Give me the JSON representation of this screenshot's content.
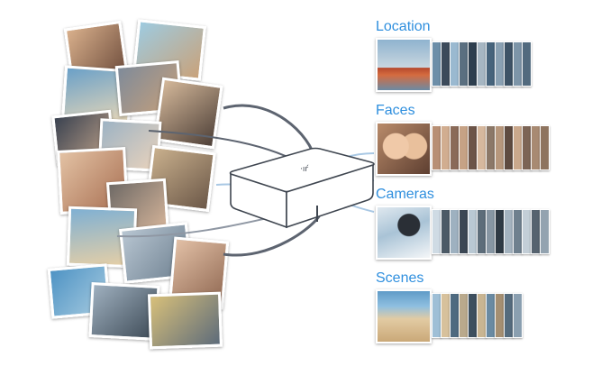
{
  "groups": [
    {
      "title": "Location",
      "count": 10
    },
    {
      "title": "Faces",
      "count": 12
    },
    {
      "title": "Cameras",
      "count": 12
    },
    {
      "title": "Scenes",
      "count": 10
    }
  ],
  "icons": {
    "device": "server-device-icon",
    "collage": "photo-collage-icon"
  },
  "colors": {
    "title": "#2f8fde",
    "line_dark": "#5d6470",
    "line_light": "#a9c8e4"
  }
}
